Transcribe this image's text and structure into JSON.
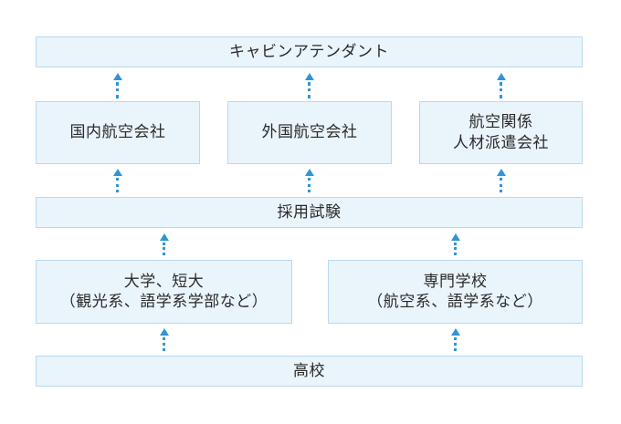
{
  "diagram": {
    "top_box": "キャビンアテンダント",
    "employers": {
      "domestic": "国内航空会社",
      "foreign": "外国航空会社",
      "staffing_line1": "航空関係",
      "staffing_line2": "人材派遣会社"
    },
    "exam": "採用試験",
    "education": {
      "university_line1": "大学、短大",
      "university_line2": "（観光系、語学系学部など）",
      "vocational_line1": "専門学校",
      "vocational_line2": "（航空系、語学系など）"
    },
    "high_school": "高校"
  },
  "colors": {
    "box_fill": "#eaf4fb",
    "box_border": "#b9d9ee",
    "arrow": "#2f95d4",
    "text": "#2a2a2a"
  }
}
